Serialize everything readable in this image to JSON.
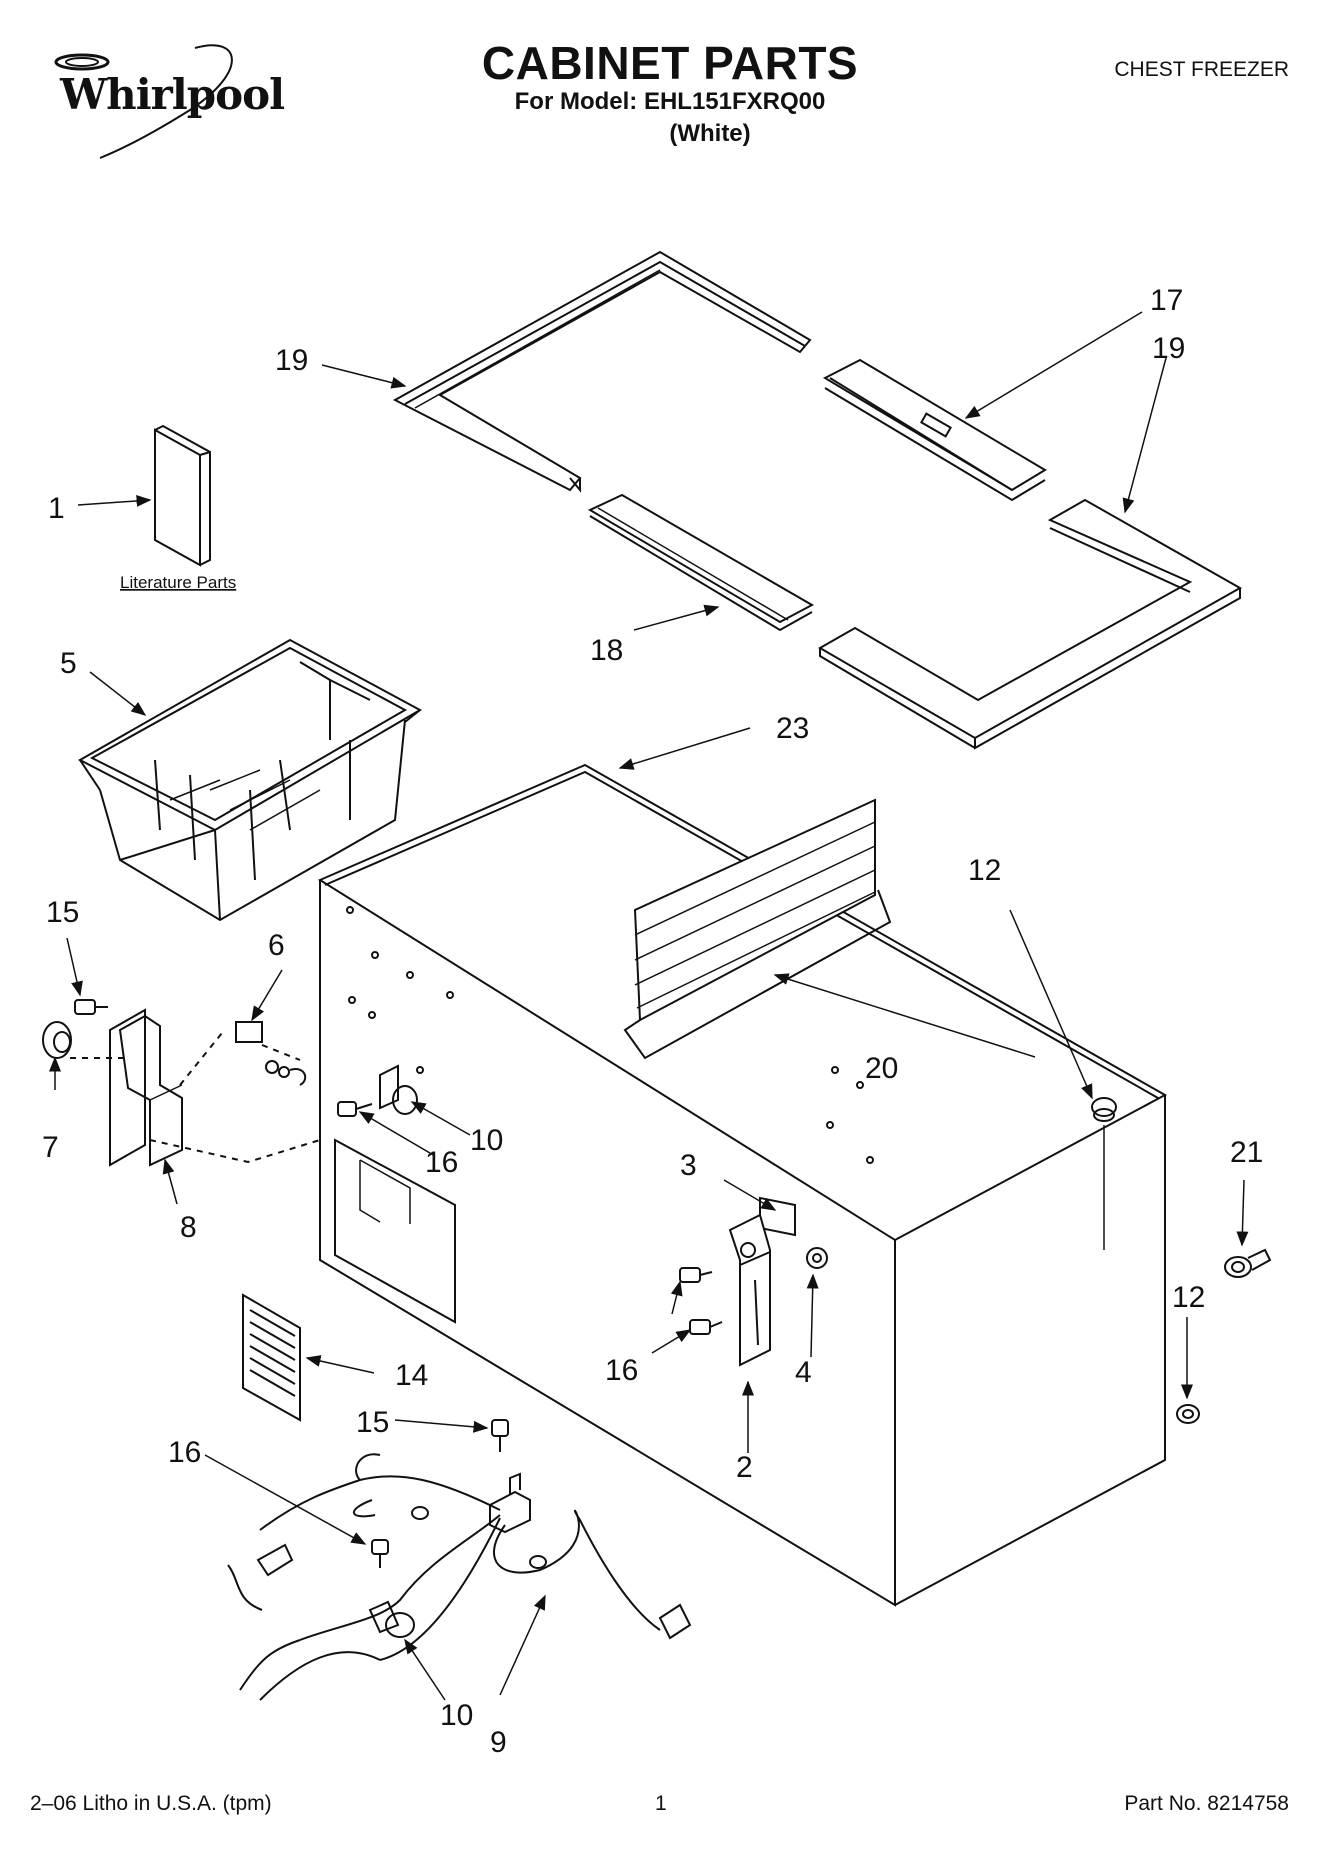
{
  "brand": "Whirlpool",
  "header": {
    "title": "CABINET PARTS",
    "model_line": "For Model: EHL151FXRQ00",
    "color": "(White)",
    "appliance_type": "CHEST FREEZER"
  },
  "diagram": {
    "literature_label": "Literature Parts",
    "callouts": [
      "1",
      "2",
      "3",
      "4",
      "5",
      "6",
      "7",
      "8",
      "9",
      "10",
      "12",
      "14",
      "15",
      "16",
      "17",
      "18",
      "19",
      "20",
      "21",
      "23"
    ]
  },
  "footer": {
    "litho": "2–06 Litho in U.S.A. (tpm)",
    "page_number": "1",
    "part_number": "Part No. 8214758"
  }
}
